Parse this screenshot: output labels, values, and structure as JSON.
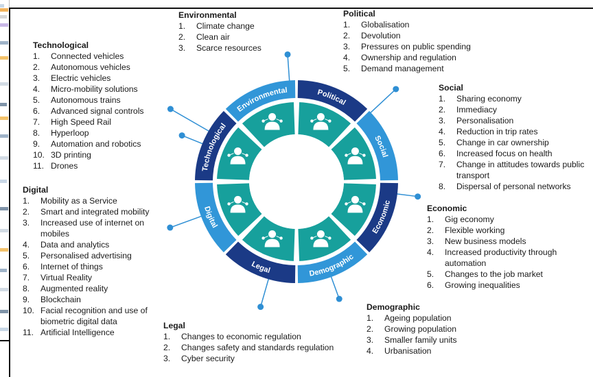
{
  "colors": {
    "dark_blue": "#1b3a86",
    "light_blue": "#3196d8",
    "teal": "#17a09c",
    "dot_blue": "#2f8fd4",
    "connector": "#2f8fd4"
  },
  "segments": [
    {
      "label": "Environmental",
      "icon": "person-globe-icon"
    },
    {
      "label": "Political",
      "icon": "handshake-icon"
    },
    {
      "label": "Social",
      "icon": "people-network-icon"
    },
    {
      "label": "Economic",
      "icon": "person-gears-icon"
    },
    {
      "label": "Demographic",
      "icon": "crowd-icon"
    },
    {
      "label": "Legal",
      "icon": "document-check-icon"
    },
    {
      "label": "Digital",
      "icon": "digital-network-icon"
    },
    {
      "label": "Technological",
      "icon": "lightbulb-team-icon"
    }
  ],
  "groups": {
    "environmental": {
      "title": "Environmental",
      "items": [
        "Climate change",
        "Clean air",
        "Scarce resources"
      ]
    },
    "political": {
      "title": "Political",
      "items": [
        "Globalisation",
        "Devolution",
        "Pressures on public spending",
        "Ownership and regulation",
        "Demand management"
      ]
    },
    "technological": {
      "title": "Technological",
      "items": [
        "Connected vehicles",
        "Autonomous vehicles",
        "Electric vehicles",
        "Micro-mobility solutions",
        "Autonomous trains",
        "Advanced signal controls",
        "High Speed Rail",
        "Hyperloop",
        "Automation and robotics",
        "3D printing",
        "Drones"
      ]
    },
    "social": {
      "title": "Social",
      "items": [
        "Sharing economy",
        "Immediacy",
        "Personalisation",
        "Reduction in trip rates",
        "Change in car ownership",
        "Increased focus on health",
        "Change in attitudes towards public\ntransport",
        "Dispersal of personal networks"
      ]
    },
    "digital": {
      "title": "Digital",
      "items": [
        "Mobility as a Service",
        "Smart and integrated mobility",
        "Increased use of internet on\nmobiles",
        "Data and analytics",
        "Personalised advertising",
        "Internet of things",
        "Virtual Reality",
        "Augmented reality",
        "Blockchain",
        "Facial recognition and use of\nbiometric digital data",
        "Artificial Intelligence"
      ]
    },
    "economic": {
      "title": "Economic",
      "items": [
        "Gig economy",
        "Flexible working",
        "New business models",
        "Increased productivity through\nautomation",
        "Changes to the job market",
        "Growing inequalities"
      ]
    },
    "demographic": {
      "title": "Demographic",
      "items": [
        "Ageing population",
        "Growing population",
        "Smaller family units",
        "Urbanisation"
      ]
    },
    "legal": {
      "title": "Legal",
      "items": [
        "Changes to economic regulation",
        "Changes safety and standards regulation",
        "Cyber security"
      ]
    }
  }
}
